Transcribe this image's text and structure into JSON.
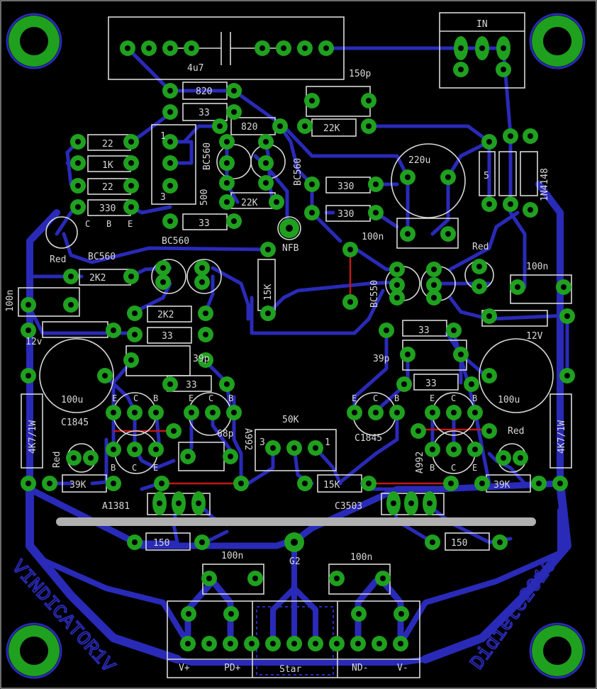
{
  "board": {
    "signature_left": "VINDICATOR1V",
    "signature_right": "Didiete2016"
  },
  "labels": {
    "cap_4u7": "4u7",
    "cap_150p": "150p",
    "r_820a": "820",
    "r_33a": "33",
    "r_820b": "820",
    "r_22k_top": "22K",
    "r_22a": "22",
    "r_1k": "1K",
    "r_22b": "22",
    "r_330a": "330",
    "pot_500": "500",
    "pot_1": "1",
    "pot_3": "3",
    "q_bc560a": "BC560",
    "q_bc560b": "BC560",
    "q_bc560c": "BC560",
    "q_bc560d": "BC560",
    "q_bc550": "BC550",
    "r_22k_mid": "22K",
    "r_33b": "33",
    "r_330b": "330",
    "r_330c": "330",
    "cap_220u": "220u",
    "cap_100n_a": "100n",
    "nfb": "NFB",
    "led_red_a": "Red",
    "led_red_b": "Red",
    "led_red_c": "Red",
    "led_red_d": "Red",
    "r_2k2a": "2K2",
    "r_2k2b": "2K2",
    "r_15k_v": "15K",
    "cap_100n_b": "100n",
    "cap_100n_c": "100n",
    "d_1n4148": "1N4148",
    "zener_12v_l": "12v",
    "zener_12v_r": "12V",
    "r_33c": "33",
    "r_33d": "33",
    "r_33e": "33",
    "cap_39p_l": "39p",
    "cap_39p_r": "39p",
    "cap_100u_l": "100u",
    "cap_100u_r": "100u",
    "r_4k7_l": "4K7/1W",
    "r_4k7_r": "4K7/1W",
    "q_c1845_l": "C1845",
    "q_c1845_r": "C1845",
    "q_a992_l": "A992",
    "q_a992_r": "A992",
    "cap_68p": "68p",
    "pot_50k": "50K",
    "r_39k_l": "39K",
    "r_39k_r": "39K",
    "r_15k_h": "15K",
    "q_a1381": "A1381",
    "q_c3503": "C3503",
    "r_150_l": "150",
    "r_150_r": "150",
    "g2": "G2",
    "cap_100n_d": "100n",
    "cap_100n_e": "100n",
    "in": "IN",
    "r_5": "5",
    "term_vplus": "V+",
    "term_pdplus": "PD+",
    "term_star": "Star",
    "term_ndminus": "ND-",
    "term_vminus": "V-",
    "pin_c": "C",
    "pin_b": "B",
    "pin_e": "E"
  },
  "colors": {
    "background": "#000000",
    "track": "#2a2ab8",
    "pad": "#1fa01f",
    "silkscreen": "#d8d8d8",
    "jumper": "#c01818",
    "heatsink": "#b0b0b0"
  }
}
